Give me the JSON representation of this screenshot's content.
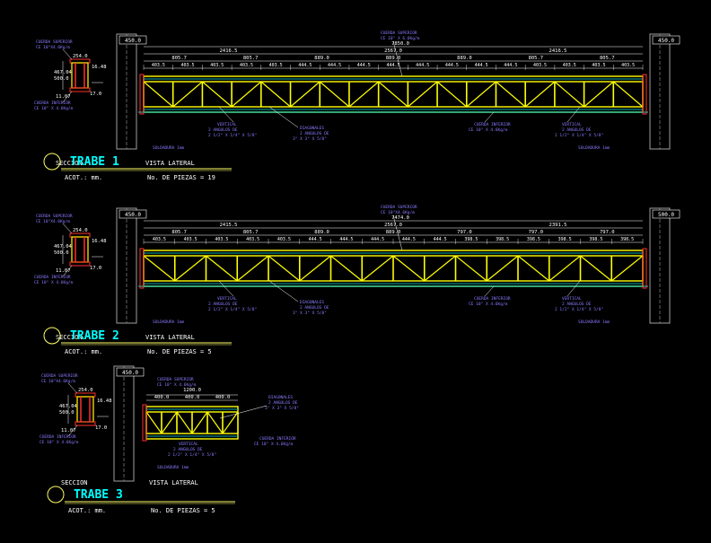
{
  "colors": {
    "background": "#000000",
    "chord": "#ffff00",
    "web": "#ffff00",
    "dim": "#ffffff",
    "note": "#8a7bff",
    "title": "#00ffff",
    "line_green": "#ffff66",
    "column": "#a0a0a0",
    "plate": "#00e5e5",
    "red": "#ff3030",
    "section_fill": "#ff3030",
    "section_plate": "#ffe600"
  },
  "trabes": [
    {
      "title": "TRABE 1",
      "acot": "ACOT.: mm.",
      "piezas": "No. DE PIEZAS = 19",
      "seccion_label": "SECCION",
      "vista_label": "VISTA LATERAL",
      "col_left_label": "450.0",
      "col_right_label": "450.0",
      "total": "7850.0",
      "mid_dims": [
        "2416.5",
        "2567.0",
        "2416.5"
      ],
      "panels": [
        "403.5",
        "403.5",
        "403.5",
        "403.5",
        "403.5",
        "444.5",
        "444.5",
        "444.5",
        "444.5",
        "444.5",
        "444.5",
        "444.5",
        "444.5",
        "403.5",
        "403.5",
        "403.5",
        "403.5"
      ],
      "upper_dims": [
        "805.7",
        "805.7",
        "889.0",
        "889.0",
        "889.0",
        "805.7",
        "805.7"
      ],
      "notes": {
        "cuerda_sup": [
          "CUERDA SUPERIOR",
          "CE 10\" X 6.6Kg/m"
        ],
        "cuerda_inf": [
          "CUERDA INFERIOR",
          "CE 10\" X 4.6Kg/m"
        ],
        "vertical": [
          "VERTICAL",
          "2 ANGULOS DE",
          "2 1/2\" X 1/4\" X 5/8\""
        ],
        "diagonales": [
          "DIAGONALES",
          "2 ANGULOS DE",
          "3\" X 3\" X 5/8\""
        ],
        "vertical_r": [
          "VERTICAL",
          "2 ANGULOS DE",
          "2 1/2\" X 1/4\" X 5/8\""
        ],
        "soldadura": "SOLDADURA 1mm",
        "sec_cuerda_sup": [
          "CUERDA SUPERIOR",
          "CE 10\"X4.6Kg/m"
        ],
        "sec_cuerda_inf": [
          "CUERDA INFERIOR",
          "CE 10\" X 4.6Kg/m"
        ],
        "sec_dims": [
          "254.0",
          "467.04",
          "500.0",
          "16.48",
          "11.07",
          "17.0"
        ]
      }
    },
    {
      "title": "TRABE 2",
      "acot": "ACOT.: mm.",
      "piezas": "No. DE PIEZAS = 5",
      "seccion_label": "SECCION",
      "vista_label": "VISTA LATERAL",
      "col_left_label": "450.0",
      "col_right_label": "500.0",
      "total": "7474.0",
      "mid_dims": [
        "2415.5",
        "2567.0",
        "2391.5"
      ],
      "panels": [
        "403.5",
        "403.5",
        "403.5",
        "403.5",
        "403.5",
        "444.5",
        "444.5",
        "444.5",
        "444.5",
        "444.5",
        "398.5",
        "398.5",
        "398.5",
        "398.5",
        "398.5",
        "398.5"
      ],
      "upper_dims": [
        "805.7",
        "805.7",
        "889.0",
        "889.0",
        "797.0",
        "797.0",
        "797.0"
      ],
      "notes": {
        "cuerda_sup": [
          "CUERDA SUPERIOR",
          "CE 10\"X4.6Kg/m"
        ],
        "cuerda_inf": [
          "CUERDA INFERIOR",
          "CE 10\" X 4.6Kg/m"
        ],
        "vertical": [
          "VERTICAL",
          "2 ANGULOS DE",
          "2 1/2\" X 1/4\" X 5/8\""
        ],
        "diagonales": [
          "DIAGONALES",
          "2 ANGULOS DE",
          "3\" X 3\" X 5/8\""
        ],
        "vertical_r": [
          "VERTICAL",
          "2 ANGULOS DE",
          "2 1/2\" X 1/4\" X 5/8\""
        ],
        "soldadura": "SOLDADURA 1mm",
        "sec_cuerda_sup": [
          "CUERDA SUPERIOR",
          "CE 10\"X4.6Kg/m"
        ],
        "sec_cuerda_inf": [
          "CUERDA INFERIOR",
          "CE 10\" X 4.6Kg/m"
        ],
        "sec_dims": [
          "254.0",
          "467.04",
          "500.0",
          "16.48",
          "11.07",
          "17.0"
        ]
      }
    },
    {
      "title": "TRABE 3",
      "acot": "ACOT.: mm.",
      "piezas": "No. DE PIEZAS = 5",
      "seccion_label": "SECCION",
      "vista_label": "VISTA LATERAL",
      "col_left_label": "450.0",
      "total": "1200.0",
      "panels": [
        "400.0",
        "400.0",
        "400.0"
      ],
      "notes": {
        "cuerda_sup": [
          "CUERDA SUPERIOR",
          "CE 10\" X 4.6Kg/m"
        ],
        "cuerda_inf": [
          "CUERDA INFERIOR",
          "CE 10\" X 4.6Kg/m"
        ],
        "vertical": [
          "VERTICAL",
          "2 ANGULOS DE",
          "2 1/2\" X 1/4\" X 5/8\""
        ],
        "diagonales": [
          "DIAGONALES",
          "2 ANGULOS DE",
          "3\" X 3\" X 5/8\""
        ],
        "soldadura": "SOLDADURA 1mm",
        "sec_cuerda_sup": [
          "CUERDA SUPERIOR",
          "CE 10\"X4.6Kg/m"
        ],
        "sec_cuerda_inf": [
          "CUERDA INFERIOR",
          "CE 10\" X 4.6Kg/m"
        ],
        "sec_dims": [
          "254.0",
          "467.04",
          "500.0",
          "16.48",
          "11.07",
          "17.0"
        ]
      }
    }
  ]
}
